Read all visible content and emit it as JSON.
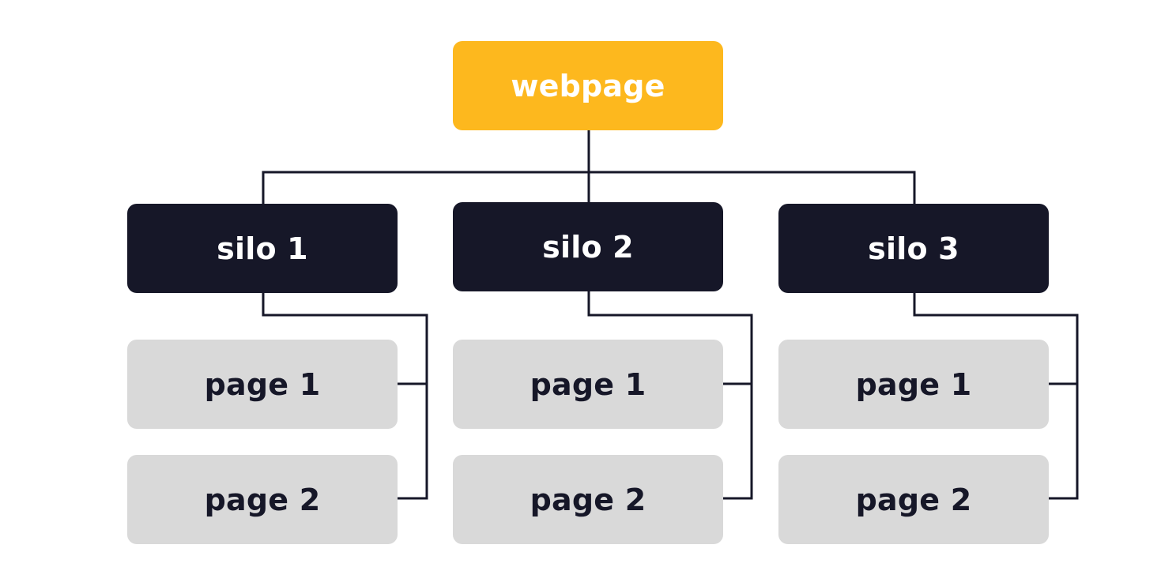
{
  "colors": {
    "root_fill": "#FDB81E",
    "silo_fill": "#161728",
    "page_fill": "#D9D9D9",
    "connector": "#161728",
    "root_text": "#FFFFFF",
    "silo_text": "#FFFFFF",
    "page_text": "#161728"
  },
  "root": {
    "label": "webpage"
  },
  "silos": [
    {
      "label": "silo 1",
      "pages": [
        {
          "label": "page 1"
        },
        {
          "label": "page 2"
        }
      ]
    },
    {
      "label": "silo 2",
      "pages": [
        {
          "label": "page 1"
        },
        {
          "label": "page 2"
        }
      ]
    },
    {
      "label": "silo 3",
      "pages": [
        {
          "label": "page 1"
        },
        {
          "label": "page 2"
        }
      ]
    }
  ]
}
